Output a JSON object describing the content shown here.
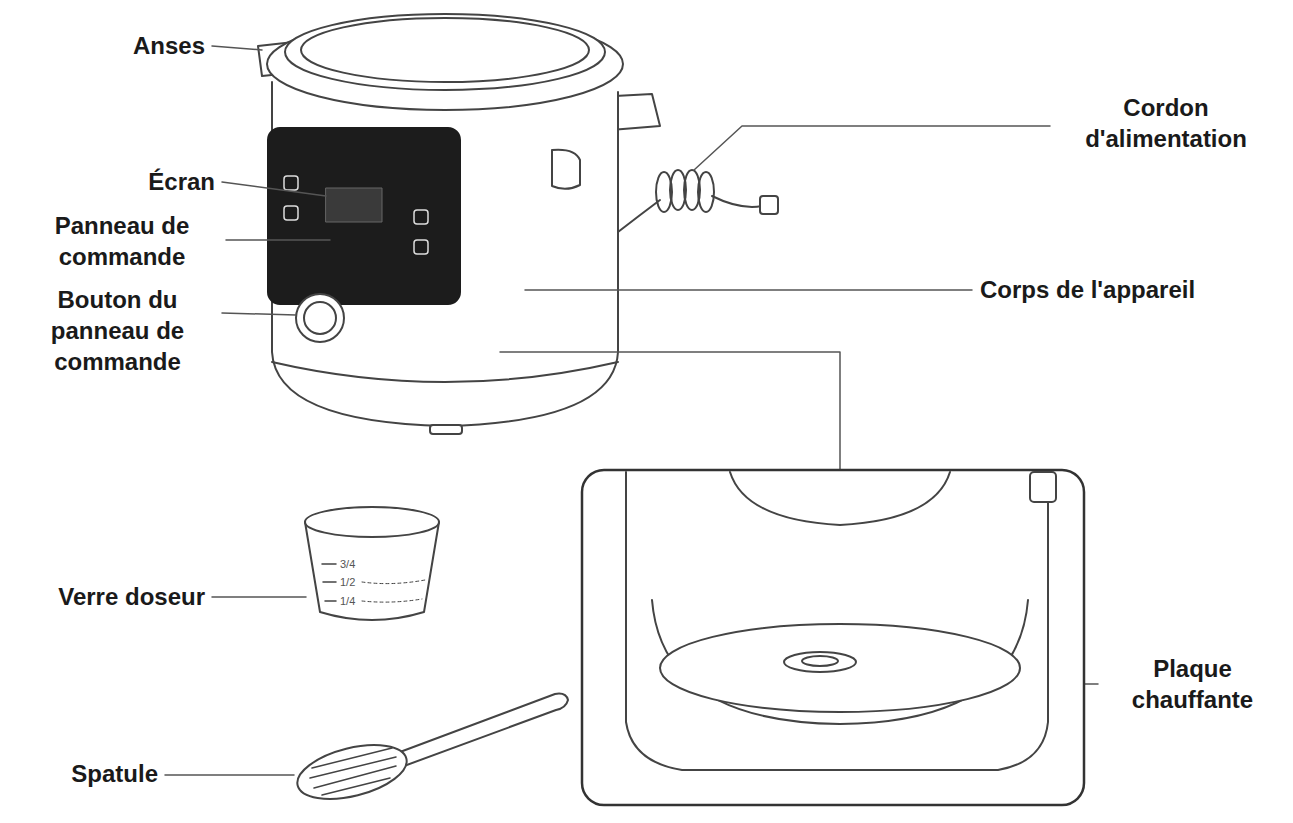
{
  "diagram": {
    "labels": [
      "Anses",
      "Cordon d'alimentation",
      "Écran",
      "Panneau de commande",
      "Corps de l'appareil",
      "Bouton du panneau de commande",
      "3/4",
      "1/2",
      "1/4",
      "Verre doseur",
      "Plaque chauffante",
      "Spatule"
    ]
  }
}
